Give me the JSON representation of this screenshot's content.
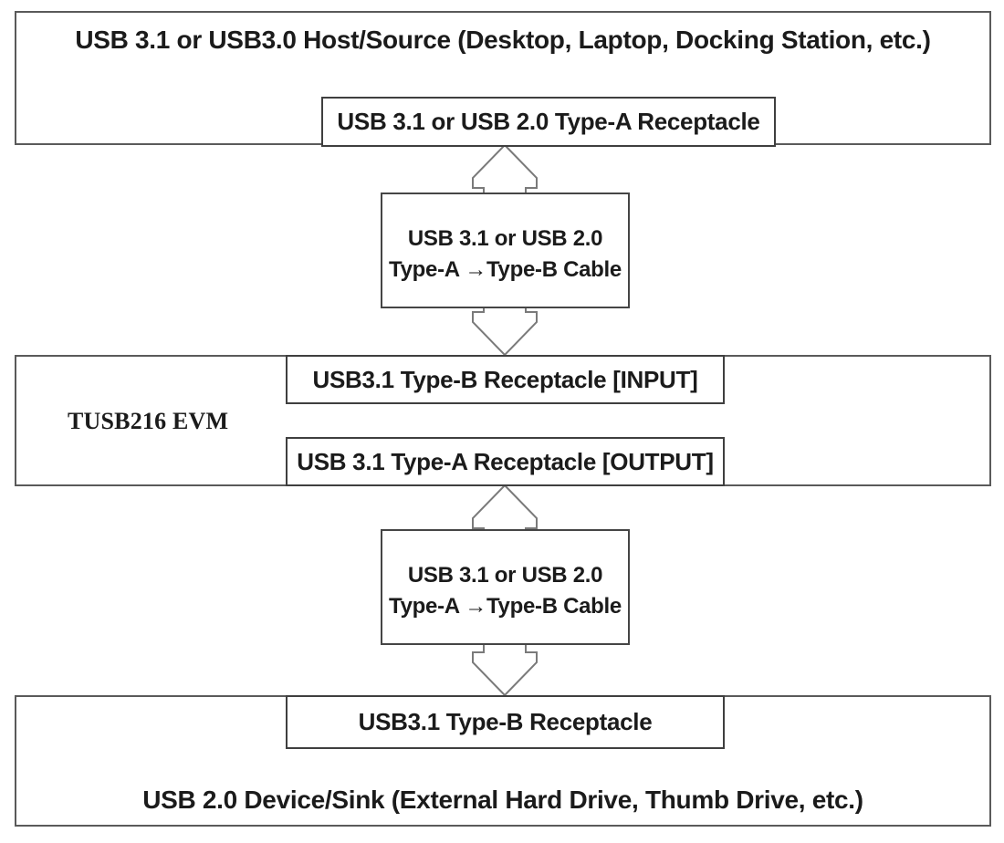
{
  "host": {
    "title": "USB 3.1 or USB3.0 Host/Source (Desktop, Laptop, Docking Station, etc.)",
    "receptacle_label": "USB 3.1 or USB 2.0 Type-A Receptacle"
  },
  "cable_top": {
    "line1": "USB 3.1 or USB 2.0",
    "line2": "Type-A →Type-B Cable"
  },
  "evm": {
    "label": "TUSB216 EVM",
    "input_label": "USB3.1 Type-B Receptacle [INPUT]",
    "output_label": "USB 3.1 Type-A Receptacle [OUTPUT]"
  },
  "cable_bottom": {
    "line1": "USB 3.1 or USB 2.0",
    "line2": "Type-A →Type-B Cable"
  },
  "device": {
    "receptacle_label": "USB3.1 Type-B Receptacle",
    "title": "USB 2.0 Device/Sink (External Hard Drive, Thumb Drive, etc.)"
  },
  "colors": {
    "background": "#ffffff",
    "text": "#1b1b1b",
    "box_border": "#4f4f4f",
    "arrow_outline": "#7a7a7a"
  }
}
